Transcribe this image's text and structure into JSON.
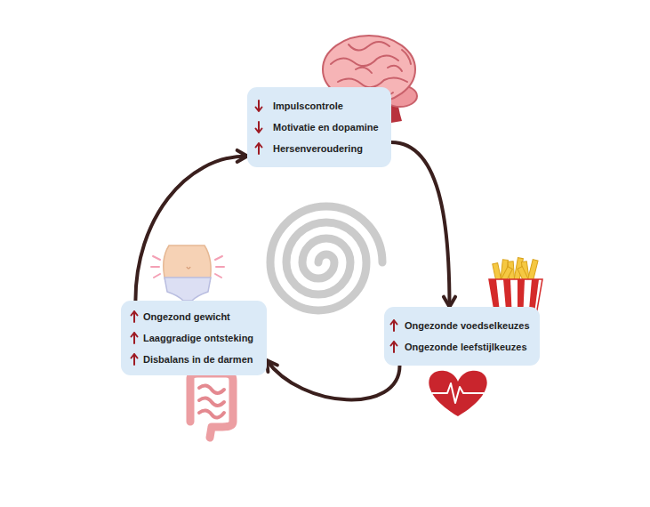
{
  "diagram": {
    "nodes": [
      {
        "text": [
          "Impulscontrole",
          "Motivatie en dopamine",
          "Hersenveroudering"
        ]
      },
      {
        "text": [
          "Ongezonde voedselkeuzes",
          "Ongezonde leefstijlkeuzes"
        ]
      },
      {
        "text": [
          "Ongezond gewicht",
          "Laaggradige ontsteking",
          "Disbalans in de darmen"
        ]
      }
    ],
    "edges": [
      {
        "from": 0,
        "to": 1,
        "arrow": "to"
      },
      {
        "from": 1,
        "to": 2,
        "arrow": "to"
      },
      {
        "from": 2,
        "to": 0,
        "arrow": "to"
      }
    ]
  }
}
